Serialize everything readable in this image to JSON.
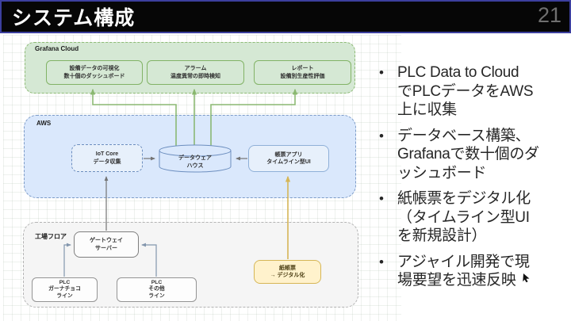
{
  "slide": {
    "title": "システム構成",
    "page_number": "21"
  },
  "diagram": {
    "grafana": {
      "label": "Grafana Cloud",
      "boxes": [
        {
          "lines": [
            "設備データの可視化",
            "数十個のダッシュボード"
          ]
        },
        {
          "lines": [
            "アラーム",
            "温度異常の即時検知"
          ]
        },
        {
          "lines": [
            "レポート",
            "設備別生産性評価"
          ]
        }
      ]
    },
    "aws": {
      "label": "AWS",
      "iot_core": {
        "lines": [
          "IoT Core",
          "データ収集"
        ]
      },
      "warehouse": {
        "lines": [
          "データウェア",
          "ハウス"
        ]
      },
      "form_app": {
        "lines": [
          "帳票アプリ",
          "タイムライン型UI"
        ]
      }
    },
    "factory": {
      "label": "工場フロア",
      "gateway": {
        "lines": [
          "ゲートウェイ",
          "サーバー"
        ]
      },
      "plc_line1": {
        "lines": [
          "PLC",
          "ガーナチョコ",
          "ライン"
        ]
      },
      "plc_line2": {
        "lines": [
          "PLC",
          "その他",
          "ライン"
        ]
      },
      "paper_form": {
        "lines": [
          "紙帳票",
          "→ デジタル化"
        ]
      }
    }
  },
  "bullets": [
    {
      "lines": [
        "PLC Data to Cloud",
        "でPLCデータをAWS",
        "上に収集"
      ]
    },
    {
      "lines": [
        "データベース構築、",
        "Grafanaで数十個のダ",
        "ッシュボード"
      ]
    },
    {
      "lines": [
        "紙帳票をデジタル化",
        "（タイムライン型UI",
        "を新規設計）"
      ]
    },
    {
      "lines": [
        "アジャイル開発で現",
        "場要望を迅速反映"
      ]
    }
  ],
  "colors": {
    "title_bar_bg": "#060606",
    "title_border": "#3c3f9e",
    "grafana_fill": "#d5e8d4",
    "grafana_stroke": "#82b366",
    "aws_fill": "#dae8fc",
    "aws_stroke": "#6c8ebf",
    "factory_fill": "#f5f5f5",
    "factory_stroke": "#b3b3b3",
    "paper_fill": "#fff2cc",
    "paper_stroke": "#d6b656",
    "connector_green": "#82b366",
    "connector_gray": "#737373",
    "connector_blue_gray": "#8296ad",
    "connector_yellow": "#d6b656"
  }
}
